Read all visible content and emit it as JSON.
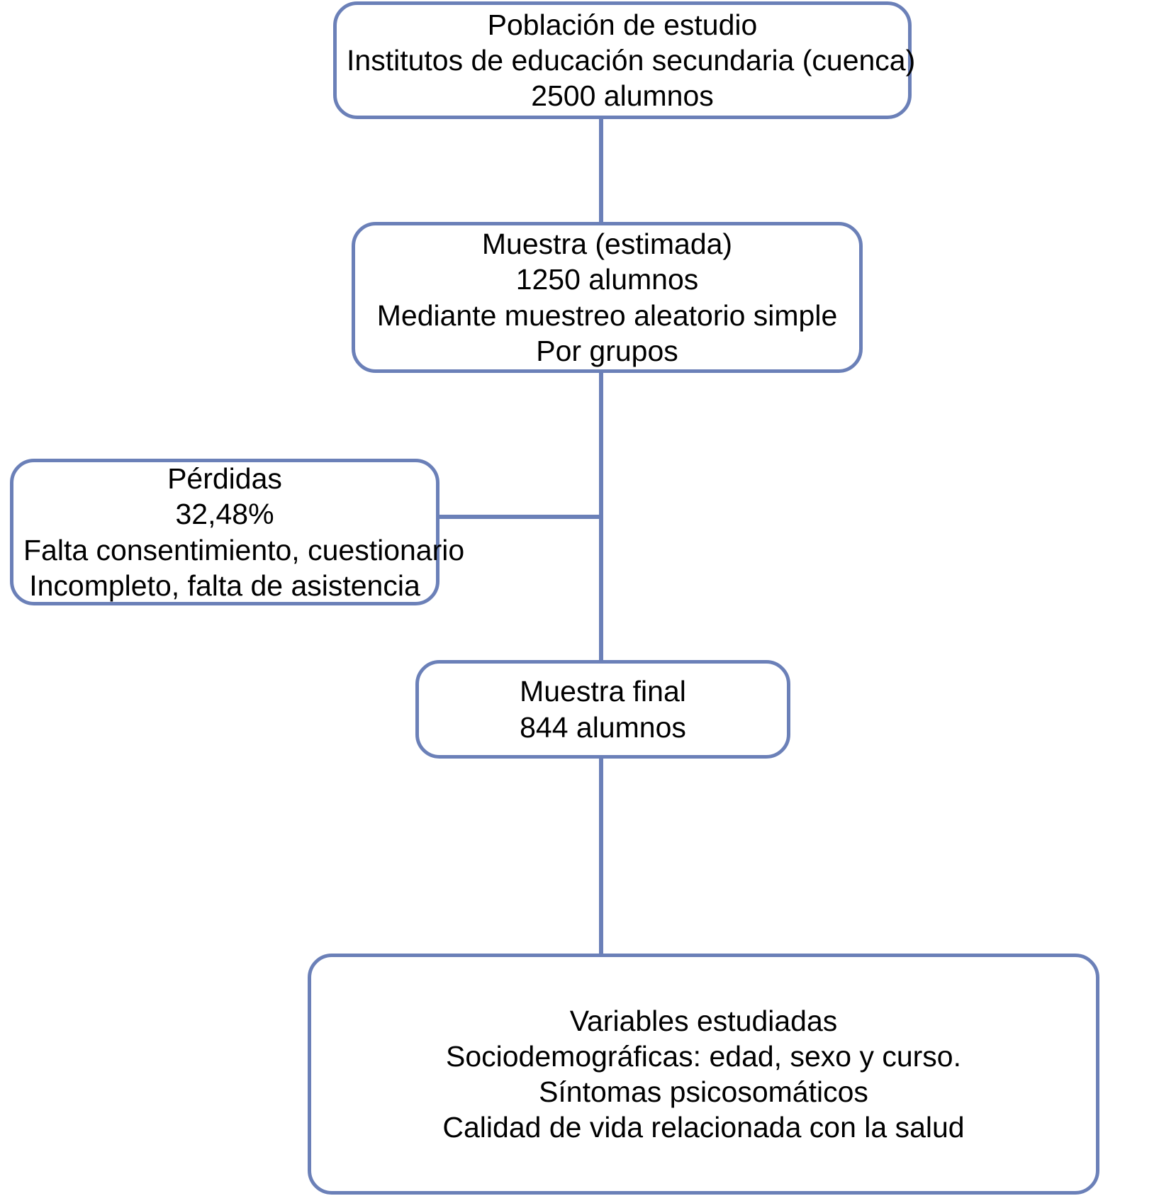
{
  "diagram": {
    "title": "Diagrama de flujo del estudio",
    "type": "flowchart",
    "stroke_color": "#6b80b8",
    "text_color": "#000000",
    "background_color": "#ffffff",
    "nodes": [
      {
        "id": "poblacion",
        "lines": [
          "Población de estudio",
          "Institutos de educación secundaria (cuenca)",
          "2500 alumnos"
        ]
      },
      {
        "id": "muestra_estimada",
        "lines": [
          "Muestra (estimada)",
          "1250 alumnos",
          "Mediante muestreo aleatorio simple",
          "Por grupos"
        ]
      },
      {
        "id": "perdidas",
        "lines": [
          "Pérdidas",
          "32,48%",
          "Falta consentimiento, cuestionario",
          "Incompleto, falta de asistencia"
        ]
      },
      {
        "id": "muestra_final",
        "lines": [
          "Muestra final",
          "844 alumnos"
        ]
      },
      {
        "id": "variables",
        "lines": [
          "Variables estudiadas",
          "Sociodemográficas: edad, sexo y curso.",
          "Síntomas psicosomáticos",
          "Calidad de vida relacionada con la salud"
        ]
      }
    ],
    "edges": [
      {
        "id": "poblacion-to-muestra",
        "from": "poblacion",
        "to": "muestra_estimada",
        "orientation": "vertical"
      },
      {
        "id": "muestra-to-final",
        "from": "muestra_estimada",
        "to": "muestra_final",
        "orientation": "vertical"
      },
      {
        "id": "perdidas-to-trunk",
        "from": "perdidas",
        "to": "muestra-to-final",
        "orientation": "horizontal"
      },
      {
        "id": "final-to-variables",
        "from": "muestra_final",
        "to": "variables",
        "orientation": "vertical"
      }
    ]
  }
}
